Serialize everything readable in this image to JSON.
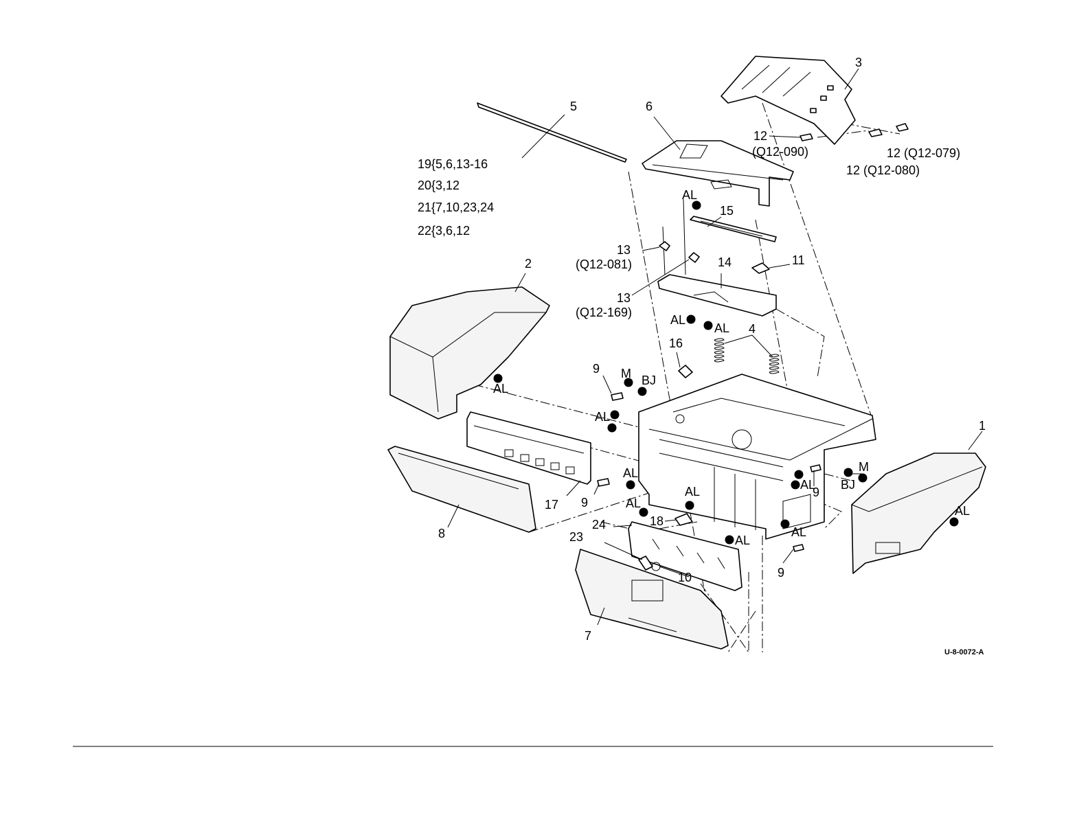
{
  "kits": [
    "19{5,6,13-16",
    "20{3,12",
    "21{7,10,23,24",
    "22{3,6,12"
  ],
  "callouts": {
    "p1": "1",
    "p2": "2",
    "p3": "3",
    "p4": "4",
    "p5": "5",
    "p6": "6",
    "p7": "7",
    "p8": "8",
    "p9a": "9",
    "p9b": "9",
    "p9c": "9",
    "p9d": "9",
    "p10": "10",
    "p11": "11",
    "p12a": "12",
    "p12a_ref": "(Q12-090)",
    "p12b": "12 (Q12-079)",
    "p12c": "12 (Q12-080)",
    "p13a": "13",
    "p13a_ref": "(Q12-081)",
    "p13b": "13",
    "p13b_ref": "(Q12-169)",
    "p14": "14",
    "p15": "15",
    "p16": "16",
    "p17": "17",
    "p18": "18",
    "p23": "23",
    "p24": "24"
  },
  "fastener_codes": {
    "al": "AL",
    "m": "M",
    "bj": "BJ"
  },
  "figure_id": "U-8-0072-A"
}
